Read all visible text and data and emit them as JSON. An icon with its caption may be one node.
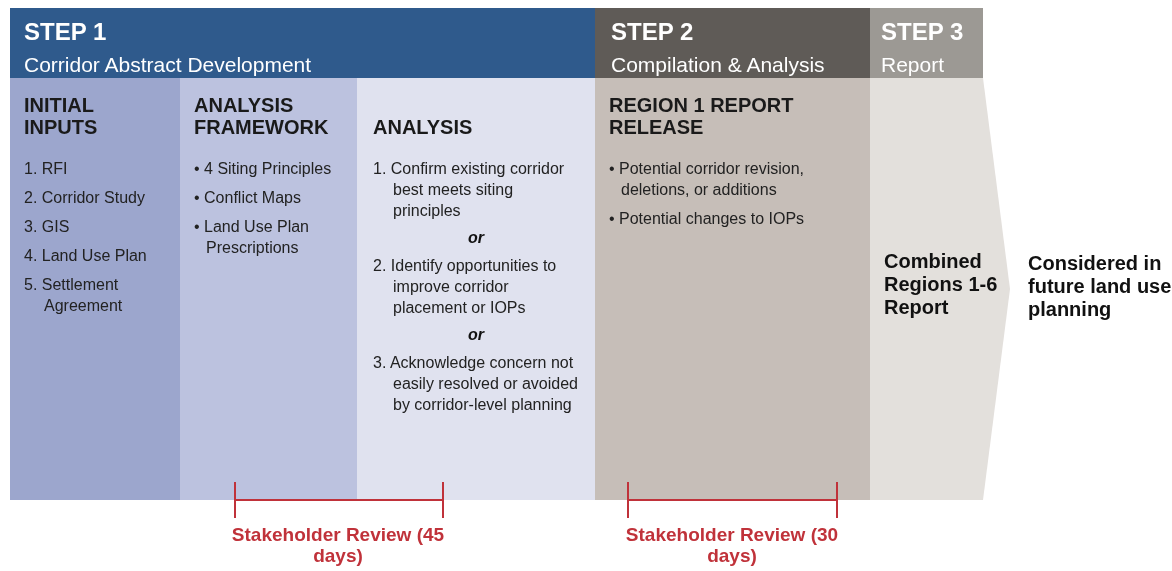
{
  "diagram": {
    "nodes": [
      {
        "text": [
          "STEP 1",
          "Corridor Abstract Development"
        ]
      },
      {
        "text": [
          "STEP 2",
          "Compilation & Analysis"
        ]
      },
      {
        "text": [
          "STEP 3",
          "Report"
        ]
      },
      {
        "text": [
          "INITIAL INPUTS",
          "1. RFI",
          "2. Corridor Study",
          "3. GIS",
          "4. Land Use Plan",
          "5. Settlement Agreement"
        ]
      },
      {
        "text": [
          "ANALYSIS FRAMEWORK",
          "• 4 Siting Principles",
          "• Conflict Maps",
          "• Land Use Plan Prescriptions"
        ]
      },
      {
        "text": [
          "ANALYSIS",
          "1. Confirm existing corridor best meets siting principles",
          "or",
          "2. Identify opportunities to improve corridor placement or IOPs",
          "or",
          "3. Acknowledge concern not easily resolved or avoided by corridor-level planning"
        ]
      },
      {
        "text": [
          "REGION 1 REPORT RELEASE",
          "• Potential corridor revision, deletions, or additions",
          "• Potential changes to IOPs"
        ]
      },
      {
        "text": [
          "Combined Regions 1-6 Report"
        ]
      }
    ],
    "labels": [
      "Considered in future land use planning",
      "Stakeholder Review (45 days)",
      "Stakeholder Review (30 days)"
    ]
  }
}
